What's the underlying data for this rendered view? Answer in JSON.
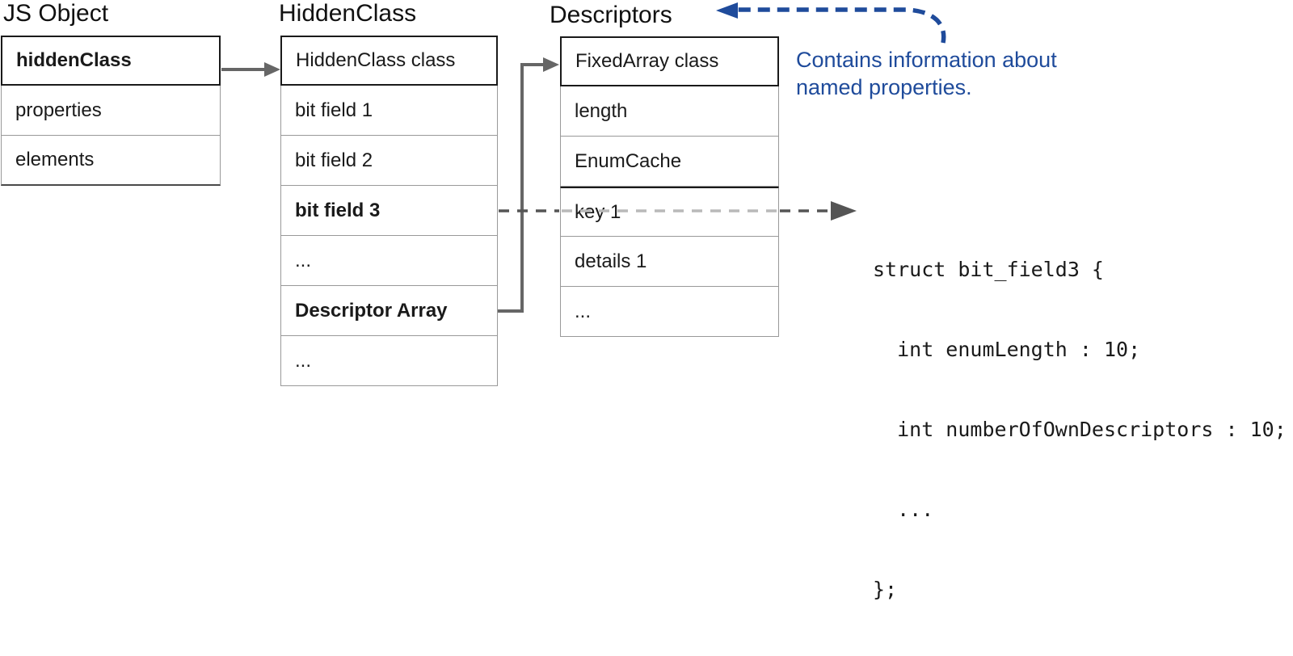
{
  "diagram": {
    "tables": [
      {
        "title": "JS Object",
        "rows": [
          {
            "label": "hiddenClass"
          },
          {
            "label": "properties"
          },
          {
            "label": "elements"
          }
        ]
      },
      {
        "title": "HiddenClass",
        "rows": [
          {
            "label": "HiddenClass class"
          },
          {
            "label": "bit field 1"
          },
          {
            "label": "bit field 2"
          },
          {
            "label": "bit field 3"
          },
          {
            "label": "..."
          },
          {
            "label": "Descriptor Array"
          },
          {
            "label": "..."
          }
        ]
      },
      {
        "title": "Descriptors",
        "rows": [
          {
            "label": "FixedArray class"
          },
          {
            "label": "length"
          },
          {
            "label": "EnumCache"
          },
          {
            "label": "key 1"
          },
          {
            "label": "details 1"
          },
          {
            "label": "..."
          }
        ]
      }
    ],
    "annotation": {
      "lines": [
        "Contains information about",
        "named properties."
      ]
    },
    "code": {
      "lines": [
        "struct bit_field3 {",
        "  int enumLength : 10;",
        "  int numberOfOwnDescriptors : 10;",
        "  ...",
        "};"
      ]
    },
    "colors": {
      "accent_blue": "#1f4b9b",
      "arrow_gray": "#666666",
      "dash_dark_gray": "#555555",
      "dash_light_gray": "#b9b9b9",
      "border_gray": "#999999",
      "border_black": "#1a1a1a"
    }
  }
}
